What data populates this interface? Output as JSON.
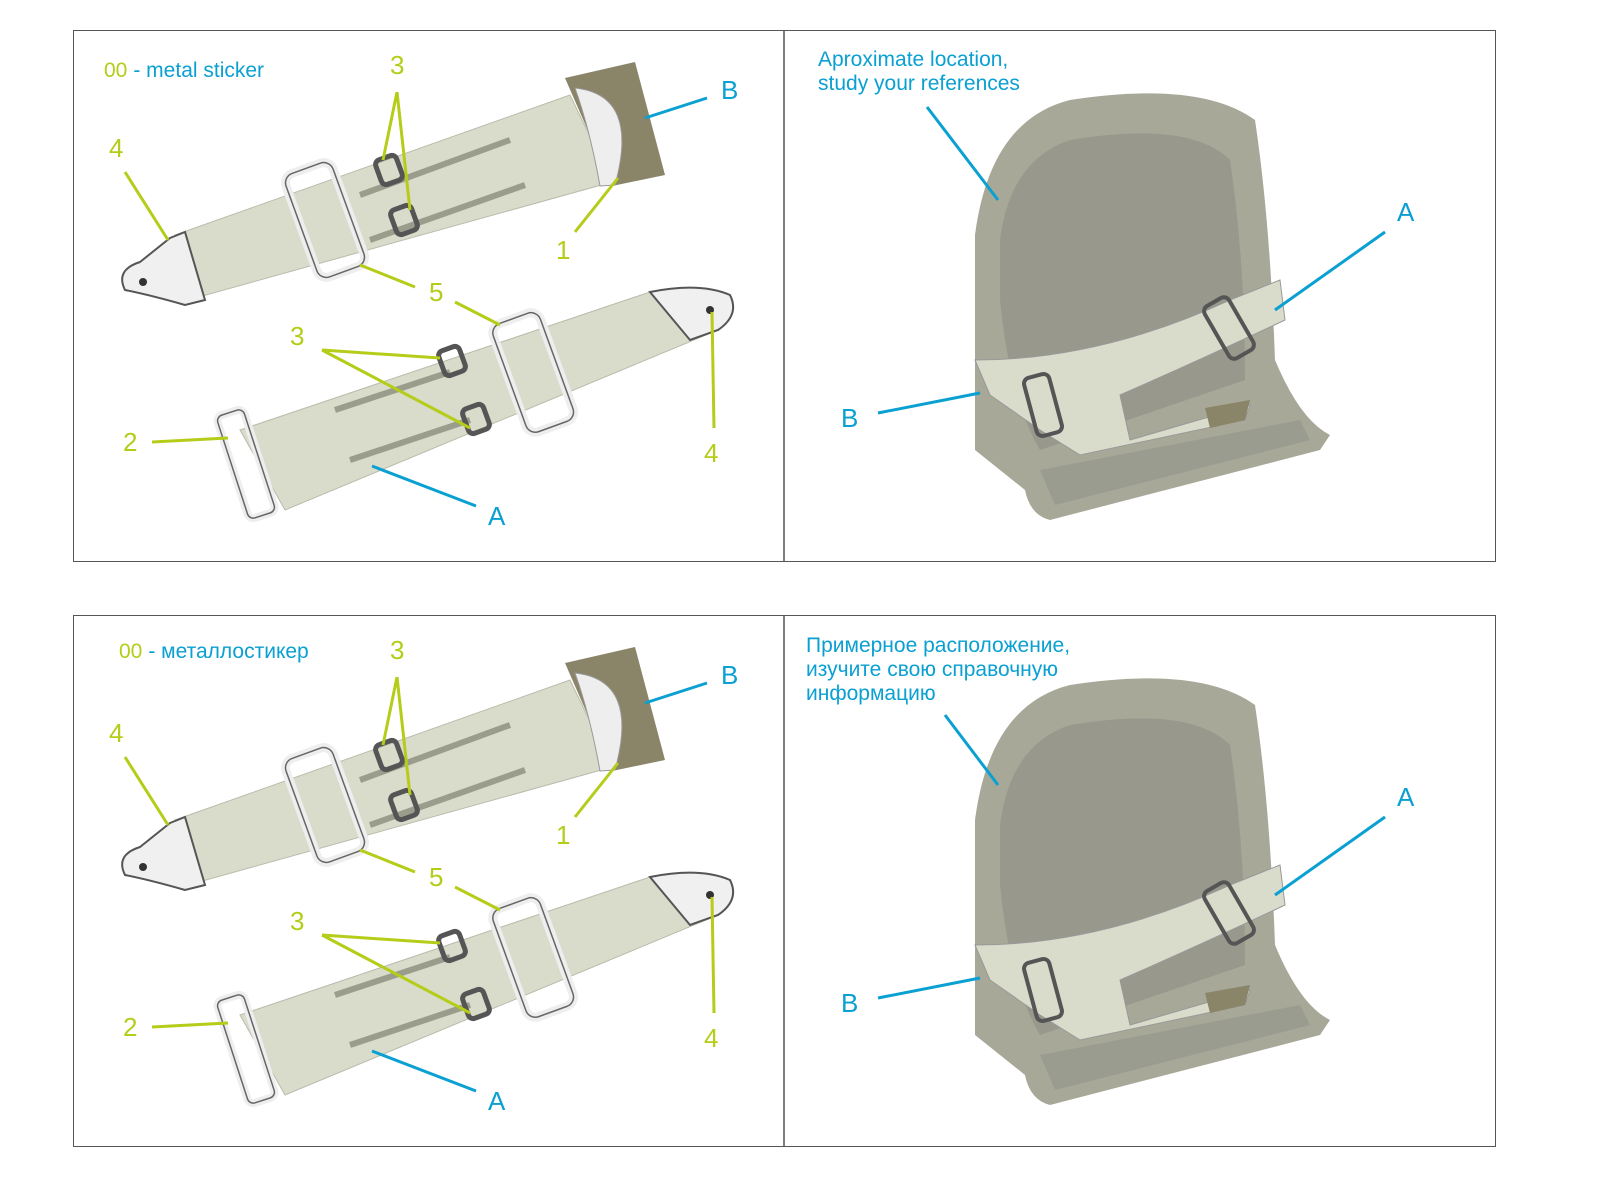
{
  "colors": {
    "lime": "#b5cc18",
    "cyan": "#0aa0d2",
    "strap": "#d9dccb",
    "tab": "#8a8468",
    "seat": "#a8a899",
    "seat_inner": "#8e8f84"
  },
  "panels": [
    {
      "legend_code": "00",
      "legend_text": "- metal sticker",
      "caption": [
        "Aproximate location,",
        "study your references"
      ],
      "labels": {
        "p3a": "3",
        "p4a": "4",
        "pB": "B",
        "p1": "1",
        "p5": "5",
        "p3b": "3",
        "p2": "2",
        "p4b": "4",
        "pA": "A",
        "sA": "A",
        "sB": "B"
      }
    },
    {
      "legend_code": "00",
      "legend_text": "- металлостикер",
      "caption": [
        "Примерное расположение,",
        "изучите свою справочную",
        "информацию"
      ],
      "labels": {
        "p3a": "3",
        "p4a": "4",
        "pB": "B",
        "p1": "1",
        "p5": "5",
        "p3b": "3",
        "p2": "2",
        "p4b": "4",
        "pA": "A",
        "sA": "A",
        "sB": "B"
      }
    }
  ]
}
